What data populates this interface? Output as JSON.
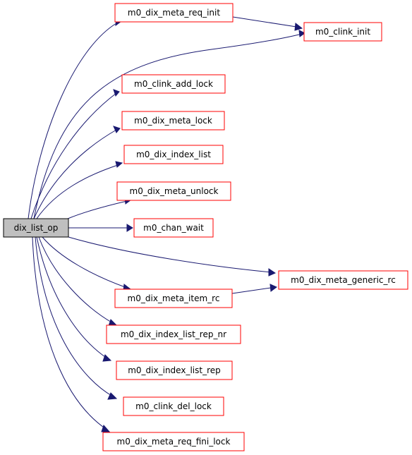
{
  "graph": {
    "root": "dix_list_op",
    "callees": [
      "m0_dix_meta_req_init",
      "m0_clink_init",
      "m0_clink_add_lock",
      "m0_dix_meta_lock",
      "m0_dix_index_list",
      "m0_dix_meta_unlock",
      "m0_chan_wait",
      "m0_dix_meta_generic_rc",
      "m0_dix_meta_item_rc",
      "m0_dix_index_list_rep_nr",
      "m0_dix_index_list_rep",
      "m0_clink_del_lock",
      "m0_dix_meta_req_fini_lock"
    ],
    "edges": [
      [
        "dix_list_op",
        "m0_dix_meta_req_init"
      ],
      [
        "dix_list_op",
        "m0_clink_init"
      ],
      [
        "dix_list_op",
        "m0_clink_add_lock"
      ],
      [
        "dix_list_op",
        "m0_dix_meta_lock"
      ],
      [
        "dix_list_op",
        "m0_dix_index_list"
      ],
      [
        "dix_list_op",
        "m0_dix_meta_unlock"
      ],
      [
        "dix_list_op",
        "m0_chan_wait"
      ],
      [
        "dix_list_op",
        "m0_dix_meta_generic_rc"
      ],
      [
        "dix_list_op",
        "m0_dix_meta_item_rc"
      ],
      [
        "dix_list_op",
        "m0_dix_index_list_rep_nr"
      ],
      [
        "dix_list_op",
        "m0_dix_index_list_rep"
      ],
      [
        "dix_list_op",
        "m0_clink_del_lock"
      ],
      [
        "dix_list_op",
        "m0_dix_meta_req_fini_lock"
      ],
      [
        "m0_dix_meta_req_init",
        "m0_clink_init"
      ],
      [
        "m0_dix_meta_item_rc",
        "m0_dix_meta_generic_rc"
      ]
    ]
  },
  "colors": {
    "root_fill": "#bfbfbf",
    "root_border": "#000000",
    "node_border": "#ff0000",
    "edge": "#191970"
  }
}
